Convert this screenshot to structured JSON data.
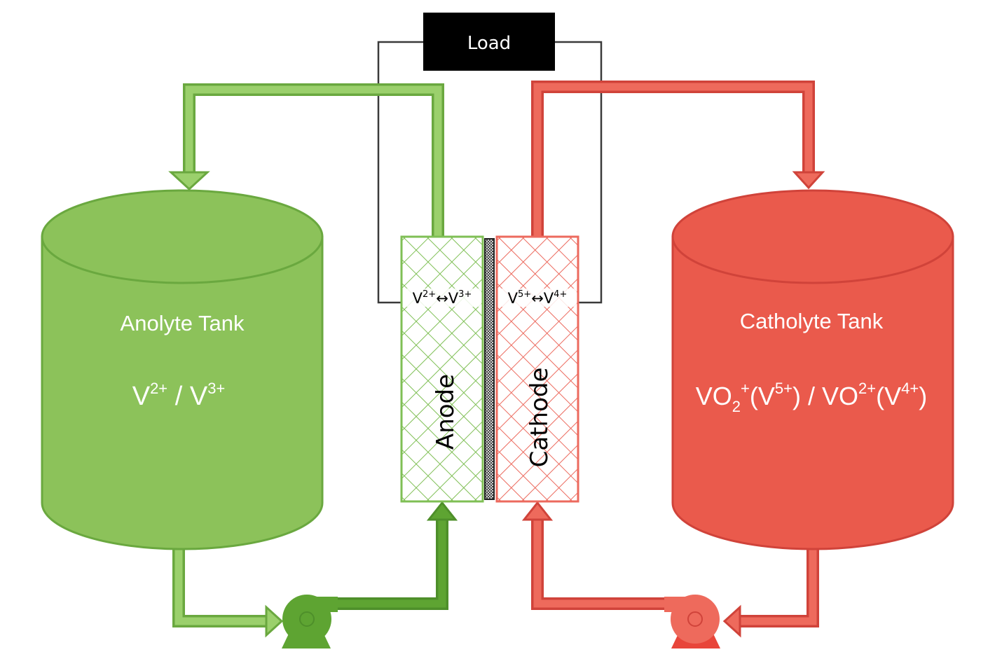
{
  "load": {
    "label": "Load"
  },
  "anolyte_tank": {
    "title": "Anolyte Tank",
    "species": "V2+ / V3+",
    "color": "#8cc25a"
  },
  "catholyte_tank": {
    "title": "Catholyte Tank",
    "species": "VO2+(V5+) / VO2+(V4+)",
    "color": "#ea5a4c"
  },
  "anode": {
    "label": "Anode",
    "reaction": "V2+↔V3+",
    "color": "#8cc25a"
  },
  "cathode": {
    "label": "Cathode",
    "reaction": "V5+↔V4+",
    "color": "#ea5a4c"
  },
  "membrane": {
    "color": "#555555"
  }
}
